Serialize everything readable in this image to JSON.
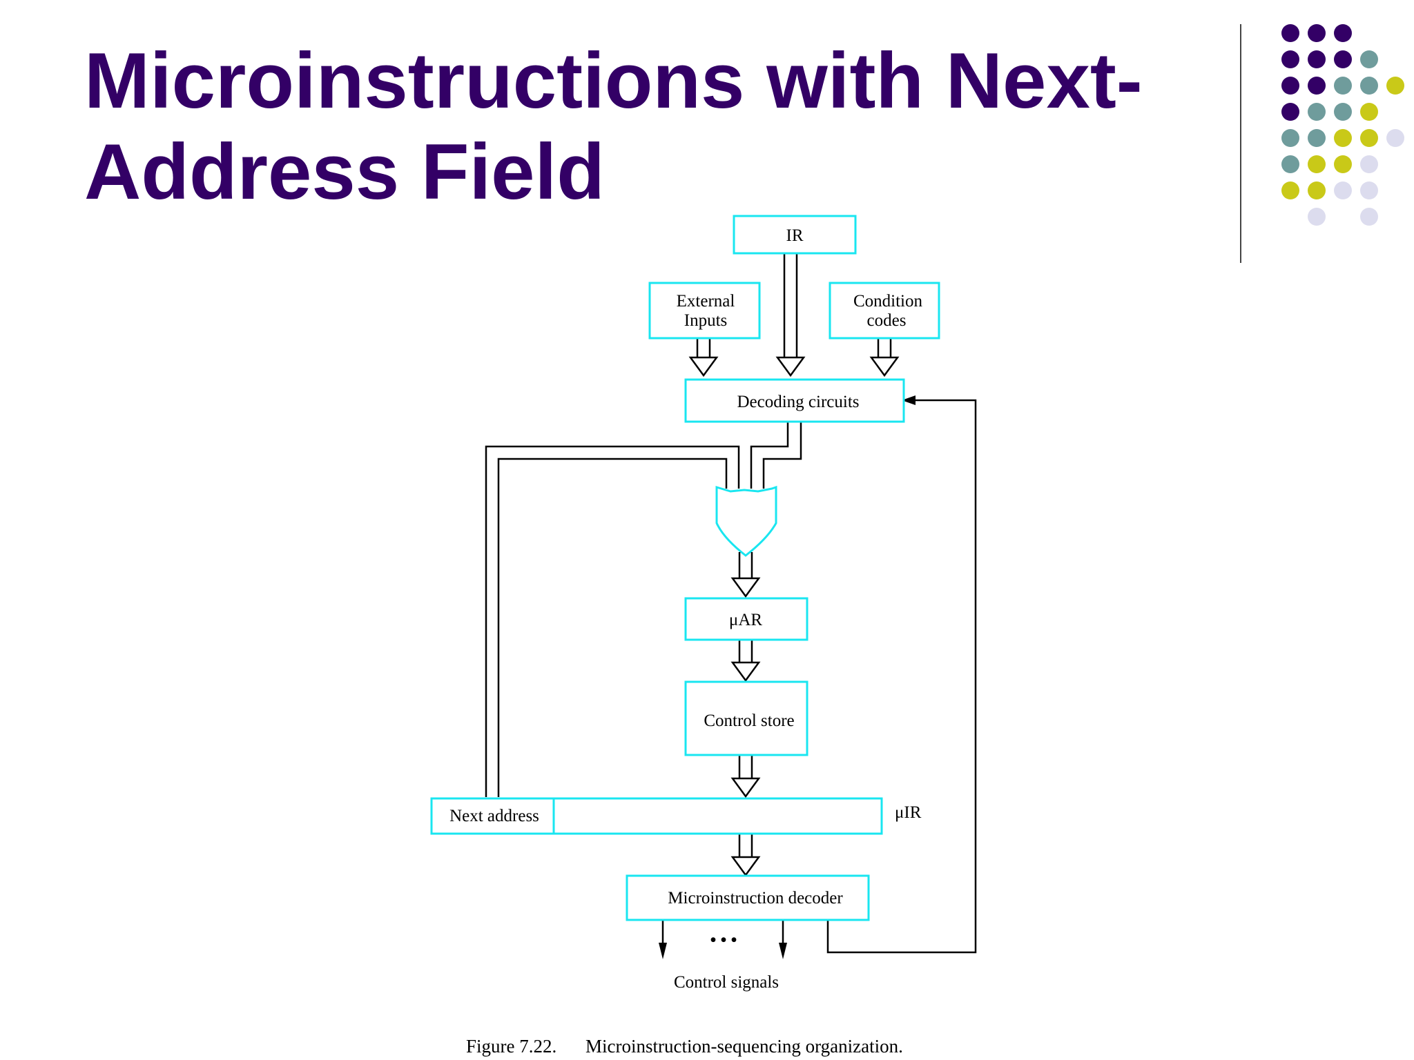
{
  "slide": {
    "title_line1": "Microinstructions with Next-",
    "title_line2": "Address Field",
    "title_color": "#330066"
  },
  "decoration": {
    "palette": {
      "purple": "#330066",
      "teal": "#6f9c9c",
      "olive": "#c9c918",
      "lavender": "#dcdcee"
    }
  },
  "diagram": {
    "ir": "IR",
    "external_inputs_line1": "External",
    "external_inputs_line2": "Inputs",
    "condition_codes_line1": "Condition",
    "condition_codes_line2": "codes",
    "decoding_circuits": "Decoding circuits",
    "uar": "μAR",
    "control_store": "Control store",
    "next_address": "Next address",
    "uir": "μIR",
    "microinstruction_decoder": "Microinstruction decoder",
    "ellipsis": "• • •",
    "control_signals": "Control signals",
    "figure_number": "Figure 7.22.",
    "figure_caption": "Microinstruction-sequencing organization.",
    "box_border_color": "#19e6f0"
  }
}
